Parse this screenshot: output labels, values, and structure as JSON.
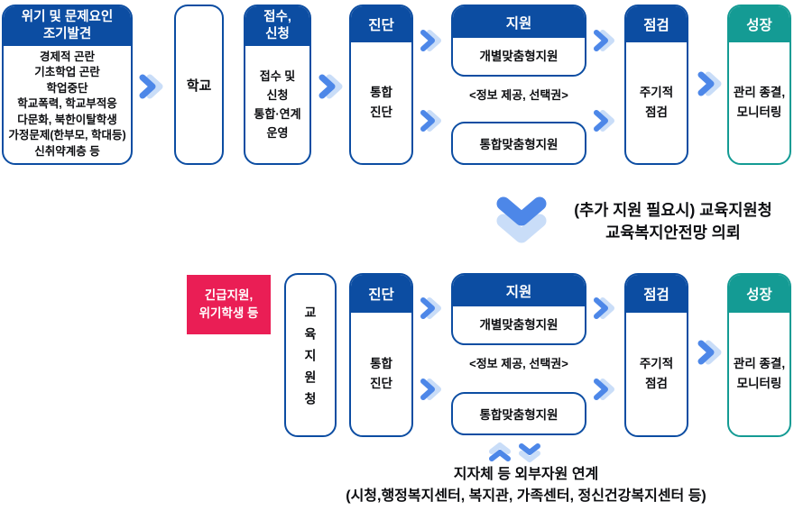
{
  "colors": {
    "primary_blue": "#0c4da2",
    "teal": "#149b94",
    "pink": "#ea1e55",
    "arrow_blue": "#4d87e8",
    "arrow_light_blue": "#c9ddf8",
    "text": "#0c0d10"
  },
  "row1": {
    "detect": {
      "title": "위기 및 문제요인\n조기발견",
      "items": [
        "경제적 곤란",
        "기초학업 곤란",
        "학업중단",
        "학교폭력, 학교부적응",
        "다문화, 북한이탈학생",
        "가정문제(한부모, 학대등)",
        "신취약계층 등"
      ]
    },
    "school": "학교",
    "intake": {
      "title": "접수,\n신청",
      "body": "접수 및\n신청\n통합·연계\n운영"
    },
    "diagnosis": {
      "title": "진단",
      "body": "통합\n진단"
    },
    "support": {
      "title": "지원",
      "individual": "개별맞춤형지원",
      "note": "<정보 제공, 선택권>",
      "integrated": "통합맞춤형지원"
    },
    "check": {
      "title": "점검",
      "body": "주기적\n점검"
    },
    "growth": {
      "title": "성장",
      "body": "관리 종결,\n모니터링"
    }
  },
  "middle": {
    "referral_note": "(추가 지원 필요시) 교육지원청\n교육복지안전망 의뢰"
  },
  "row2": {
    "emergency": "긴급지원,\n위기학생 등",
    "office": "교육지원청",
    "diagnosis": {
      "title": "진단",
      "body": "통합\n진단"
    },
    "support": {
      "title": "지원",
      "individual": "개별맞춤형지원",
      "note": "<정보 제공, 선택권>",
      "integrated": "통합맞춤형지원"
    },
    "check": {
      "title": "점검",
      "body": "주기적\n점검"
    },
    "growth": {
      "title": "성장",
      "body": "관리 종결,\n모니터링"
    }
  },
  "bottom": {
    "caption": "지자체 등 외부자원 연계\n(시청,행정복지센터, 복지관, 가족센터, 정신건강복지센터 등)"
  }
}
